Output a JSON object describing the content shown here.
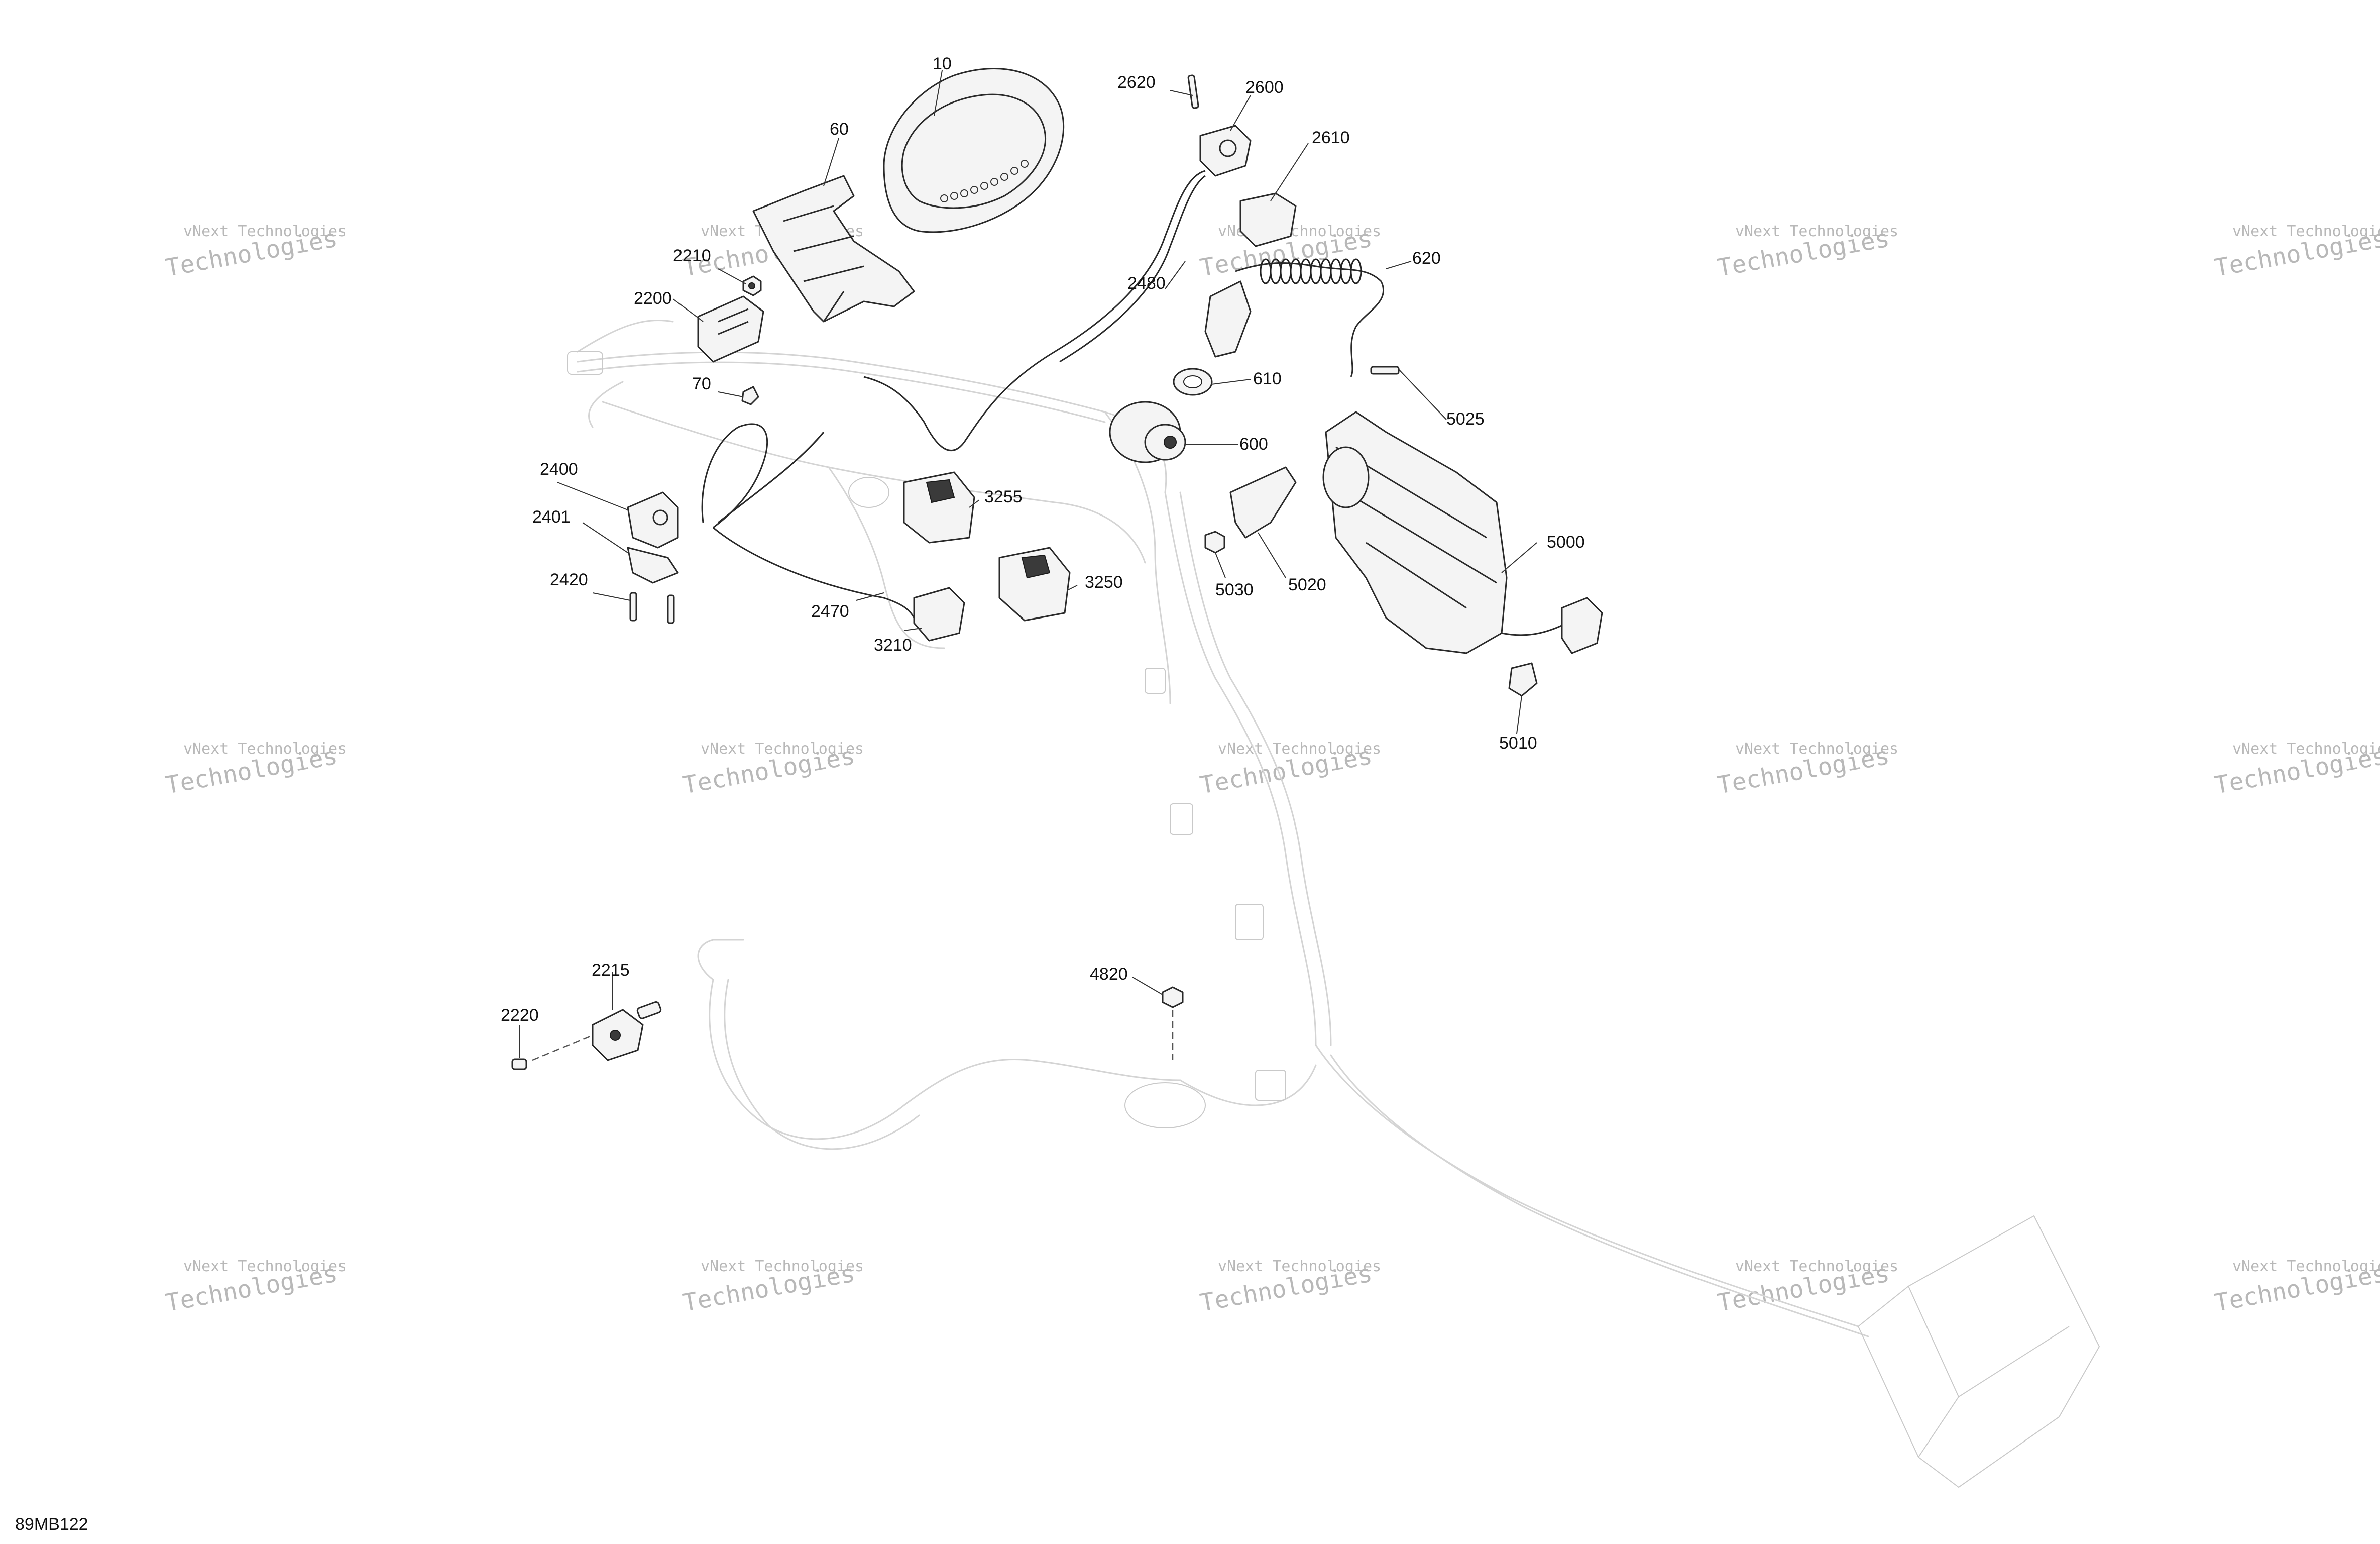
{
  "figure_ref": "89MB122",
  "watermark": {
    "line1": "vNext Technologies",
    "line2": "Technologies"
  },
  "callouts": [
    {
      "id": "10",
      "label": "10"
    },
    {
      "id": "60",
      "label": "60"
    },
    {
      "id": "70",
      "label": "70"
    },
    {
      "id": "600",
      "label": "600"
    },
    {
      "id": "610",
      "label": "610"
    },
    {
      "id": "620",
      "label": "620"
    },
    {
      "id": "2200",
      "label": "2200"
    },
    {
      "id": "2210",
      "label": "2210"
    },
    {
      "id": "2215",
      "label": "2215"
    },
    {
      "id": "2220",
      "label": "2220"
    },
    {
      "id": "2400",
      "label": "2400"
    },
    {
      "id": "2401",
      "label": "2401"
    },
    {
      "id": "2420",
      "label": "2420"
    },
    {
      "id": "2470",
      "label": "2470"
    },
    {
      "id": "2480",
      "label": "2480"
    },
    {
      "id": "2600",
      "label": "2600"
    },
    {
      "id": "2610",
      "label": "2610"
    },
    {
      "id": "2620",
      "label": "2620"
    },
    {
      "id": "3210",
      "label": "3210"
    },
    {
      "id": "3250",
      "label": "3250"
    },
    {
      "id": "3255",
      "label": "3255"
    },
    {
      "id": "4820",
      "label": "4820"
    },
    {
      "id": "5000",
      "label": "5000"
    },
    {
      "id": "5010",
      "label": "5010"
    },
    {
      "id": "5020",
      "label": "5020"
    },
    {
      "id": "5025",
      "label": "5025"
    },
    {
      "id": "5030",
      "label": "5030"
    }
  ]
}
